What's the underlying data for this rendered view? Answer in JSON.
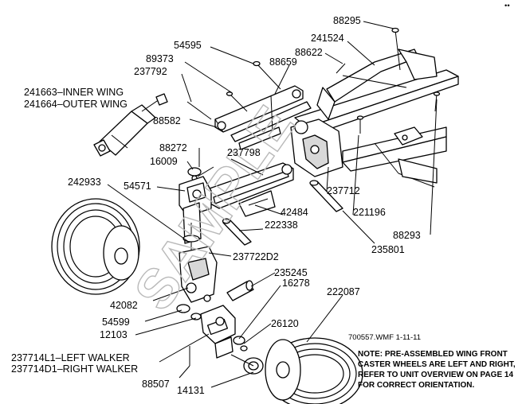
{
  "diagram": {
    "drawing_id": "700557.WMF  1-11-11",
    "corner_mark": "••",
    "watermark": "SAMPLE",
    "parts": {
      "p88295": "88295",
      "p241524": "241524",
      "p54595": "54595",
      "p89373": "89373",
      "p88622": "88622",
      "p237792": "237792",
      "p88659": "88659",
      "p241663": "241663–INNER WING",
      "p241664": "241664–OUTER WING",
      "p88582": "88582",
      "p88272": "88272",
      "p237798": "237798",
      "p16009": "16009",
      "p242933": "242933",
      "p54571": "54571",
      "p237712": "237712",
      "p42484": "42484",
      "p221196": "221196",
      "p222338": "222338",
      "p88293": "88293",
      "p235801": "235801",
      "p237722D2": "237722D2",
      "p235245": "235245",
      "p16278": "16278",
      "p42082": "42082",
      "p222087": "222087",
      "p54599": "54599",
      "p12103": "12103",
      "p26120": "26120",
      "p237714L1": "237714L1–LEFT  WALKER",
      "p237714D1": "237714D1–RIGHT  WALKER",
      "p88507": "88507",
      "p14131": "14131"
    },
    "note_lines": [
      "NOTE: PRE-ASSEMBLED WING FRONT",
      "CASTER WHEELS ARE LEFT AND RIGHT,",
      "REFER TO UNIT OVERVIEW ON PAGE 14",
      "FOR CORRECT ORIENTATION."
    ]
  }
}
